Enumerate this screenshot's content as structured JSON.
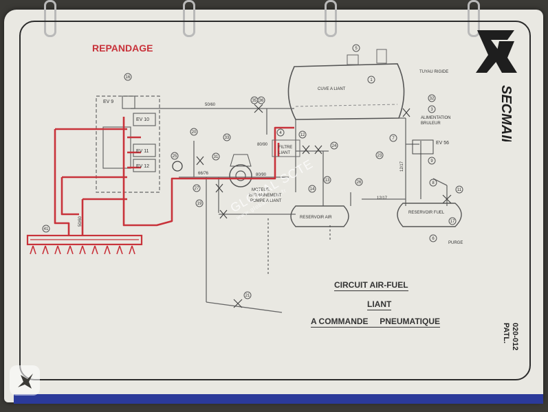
{
  "header": {
    "title": "REPANDAGE",
    "logo_text": "SECMAIR",
    "side_code_1": "020-012",
    "side_code_2": "PATL."
  },
  "footer_titles": {
    "line1": "CIRCUIT  AIR-FUEL",
    "line2": "LIANT",
    "line3": "A COMMANDE     PNEUMATIQUE"
  },
  "components": {
    "cuve": "CUVE A LIANT",
    "tuyau": "TUYAU RIGIDE",
    "alimentation": "ALIMENTATION",
    "bruleur": "BRULEUR",
    "filtre": "FILTRE",
    "liant": "LIANT",
    "moteur_1": "MOTEUR",
    "moteur_2": "ENTRAINEMENT",
    "moteur_3": "POMPE A LIANT",
    "reservoir_air": "RESERVOIR AIR",
    "reservoir_fuel": "RESERVOIR FUEL",
    "purge": "PURGE",
    "ev9": "EV 9",
    "ev10": "EV 10",
    "ev11": "EV 11",
    "ev12": "EV 12",
    "ev56": "EV 56"
  },
  "pipe_sizes": {
    "p1": "50/60",
    "p2": "80/90",
    "p3": "80/90",
    "p4": "66/76",
    "p5": "12/17",
    "p6": "12/17",
    "p7": "50/60"
  },
  "markers": {
    "m1": "1",
    "m2": "16",
    "m3": "35",
    "m4": "36",
    "m5": "4",
    "m6": "12",
    "m7": "32",
    "m8": "3",
    "m9": "20",
    "m10": "31",
    "m11": "33",
    "m12": "24",
    "m13": "25",
    "m14": "27",
    "m15": "19",
    "m16": "26",
    "m17": "14",
    "m18": "13",
    "m19": "41",
    "m20": "11",
    "m21": "17",
    "m22": "6",
    "m23": "8",
    "m24": "7",
    "m25": "23",
    "m26": "9",
    "m27": "5",
    "m28": "21"
  },
  "watermark": {
    "text": "GLOBAL SCTE",
    "sub": "www.global-scte.fr"
  },
  "colors": {
    "red_line": "#c8323a",
    "ink": "#555555",
    "paper": "#e9e8e2"
  }
}
